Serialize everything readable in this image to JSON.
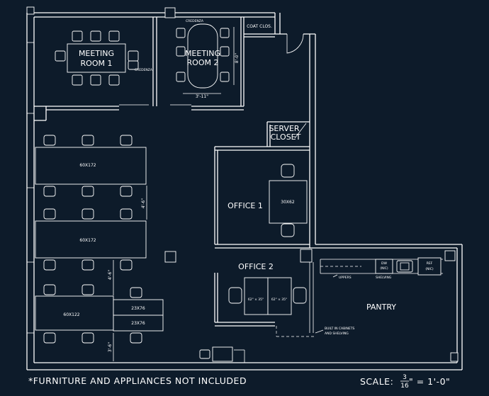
{
  "rooms": {
    "meeting_room_1": [
      "MEETING",
      "ROOM 1"
    ],
    "meeting_room_2": [
      "MEETING",
      "ROOM 2"
    ],
    "coat_closet": "COAT CLOS.",
    "server_closet": [
      "SERVER",
      "CLOSET"
    ],
    "office_1": "OFFICE 1",
    "office_2": "OFFICE 2",
    "pantry": "PANTRY"
  },
  "furniture_labels": {
    "desk_row_1": "60X172",
    "desk_row_2": "60X172",
    "desk_row_3": "60X122",
    "table_upper": "23X76",
    "table_lower": "23X76",
    "office_1_desk": "30X62",
    "office_2_desk_left": "62\" × 35\"",
    "office_2_desk_right": "62\" × 35\"",
    "dw": [
      "DW",
      "(NIC)"
    ],
    "ref": [
      "REF",
      "(NIC)"
    ],
    "credenza": "CREDENZA"
  },
  "dimensions": {
    "meeting_room_2_depth": "8'-0\"",
    "meeting_room_2_width": "3'-11\"",
    "aisle_1": "4'-6\"",
    "aisle_2": "4'-6\"",
    "aisle_3": "3'-6\""
  },
  "notes": {
    "uppers": "UPPERS",
    "shelving": "SHELVING",
    "built_in": [
      "BUILT IN CABINETS",
      "AND SHELVING"
    ],
    "footer_note": "*FURNITURE AND APPLIANCES NOT INCLUDED",
    "scale_label": "SCALE:",
    "scale_num": "3",
    "scale_den": "16",
    "scale_rest": "\" = 1'-0\""
  }
}
